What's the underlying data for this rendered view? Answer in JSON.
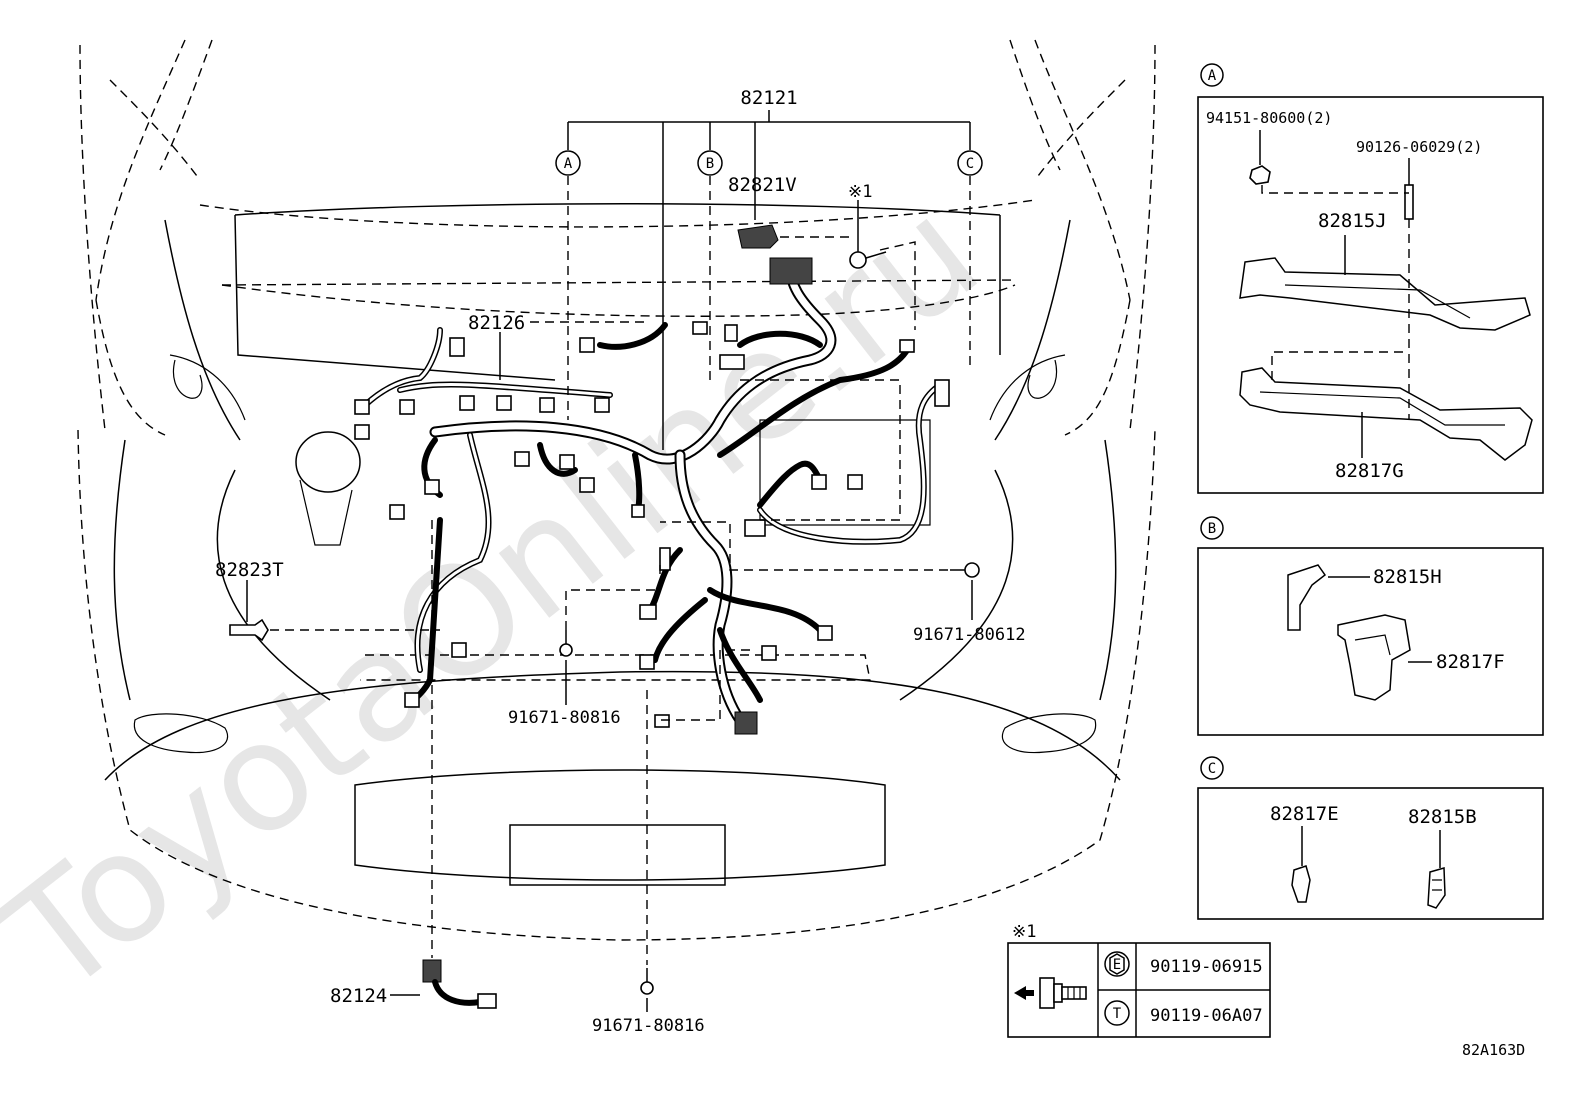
{
  "watermark": "ToyotaOnline.ru",
  "diagram_code": "82A163D",
  "main": {
    "harness_label": "82121",
    "branch_labels": [
      "A",
      "B",
      "C"
    ],
    "parts": {
      "p82821V": "82821V",
      "note1_mark": "※1",
      "p82126": "82126",
      "p82823T": "82823T",
      "p91671_80612": "91671-80612",
      "p91671_80816_a": "91671-80816",
      "p82124": "82124",
      "p91671_80816_b": "91671-80816"
    }
  },
  "detail_a": {
    "letter": "A",
    "p94151": "94151-80600(2)",
    "p90126": "90126-06029(2)",
    "p82815J": "82815J",
    "p82817G": "82817G"
  },
  "detail_b": {
    "letter": "B",
    "p82815H": "82815H",
    "p82817F": "82817F"
  },
  "detail_c": {
    "letter": "C",
    "p82817E": "82817E",
    "p82815B": "82815B"
  },
  "note_table": {
    "mark": "※1",
    "rows": [
      {
        "badge": "E",
        "part": "90119-06915"
      },
      {
        "badge": "T",
        "part": "90119-06A07"
      }
    ]
  }
}
